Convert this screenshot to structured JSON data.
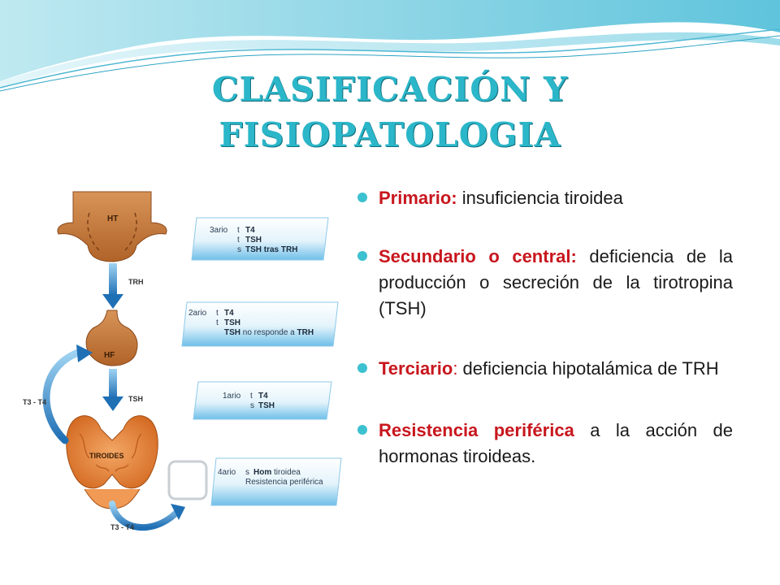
{
  "title": {
    "line1": "CLASIFICACIÓN Y",
    "line2": "FISIOPATOLOGIA"
  },
  "bullets": [
    {
      "term": "Primario:",
      "punct": "",
      "text": " insuficiencia tiroidea"
    },
    {
      "term": "Secundario o central:",
      "punct": "",
      "text": " deficiencia de la producción o secreción de la tirotropina (TSH)"
    },
    {
      "term": "Terciario",
      "punct": ":",
      "text": " deficiencia hipotalámica de TRH"
    },
    {
      "term": "Resistencia periférica",
      "punct": "",
      "text": " a la acción de hormonas tiroideas."
    }
  ],
  "diagram": {
    "organs": {
      "hypothalamus": "HT",
      "pituitary": "HF",
      "thyroid": "TIROIDES"
    },
    "arrows": {
      "trh": "TRH",
      "tsh": "TSH",
      "feedback_upper": "T3 - T4",
      "feedback_lower": "T3 - T4"
    },
    "cards": [
      {
        "level": "3ario",
        "line1_prefix": "t",
        "line1": "T4",
        "line2_prefix": "t",
        "line2": "TSH",
        "line3_prefix": "s",
        "line3": "TSH tras TRH"
      },
      {
        "level": "2ario",
        "line1_prefix": "t",
        "line1": "T4",
        "line2_prefix": "t",
        "line2": "TSH",
        "line3_strong": "TSH",
        "line3": " no responde a ",
        "line3_end": "TRH"
      },
      {
        "level": "1ario",
        "line1_prefix": "t",
        "line1": "T4",
        "line2_prefix": "s",
        "line2": "TSH"
      },
      {
        "level": "4ario",
        "line1_prefix": "s",
        "line1": "Hom",
        "line1_end": " tiroidea",
        "line2": "Resistencia periférica"
      }
    ],
    "colors": {
      "organ": "#c57a3c",
      "thyroid": "#e8823a",
      "arrow": "#2f7fc1",
      "card_top": "#ffffff",
      "card_bottom": "#7ec3ea"
    }
  }
}
